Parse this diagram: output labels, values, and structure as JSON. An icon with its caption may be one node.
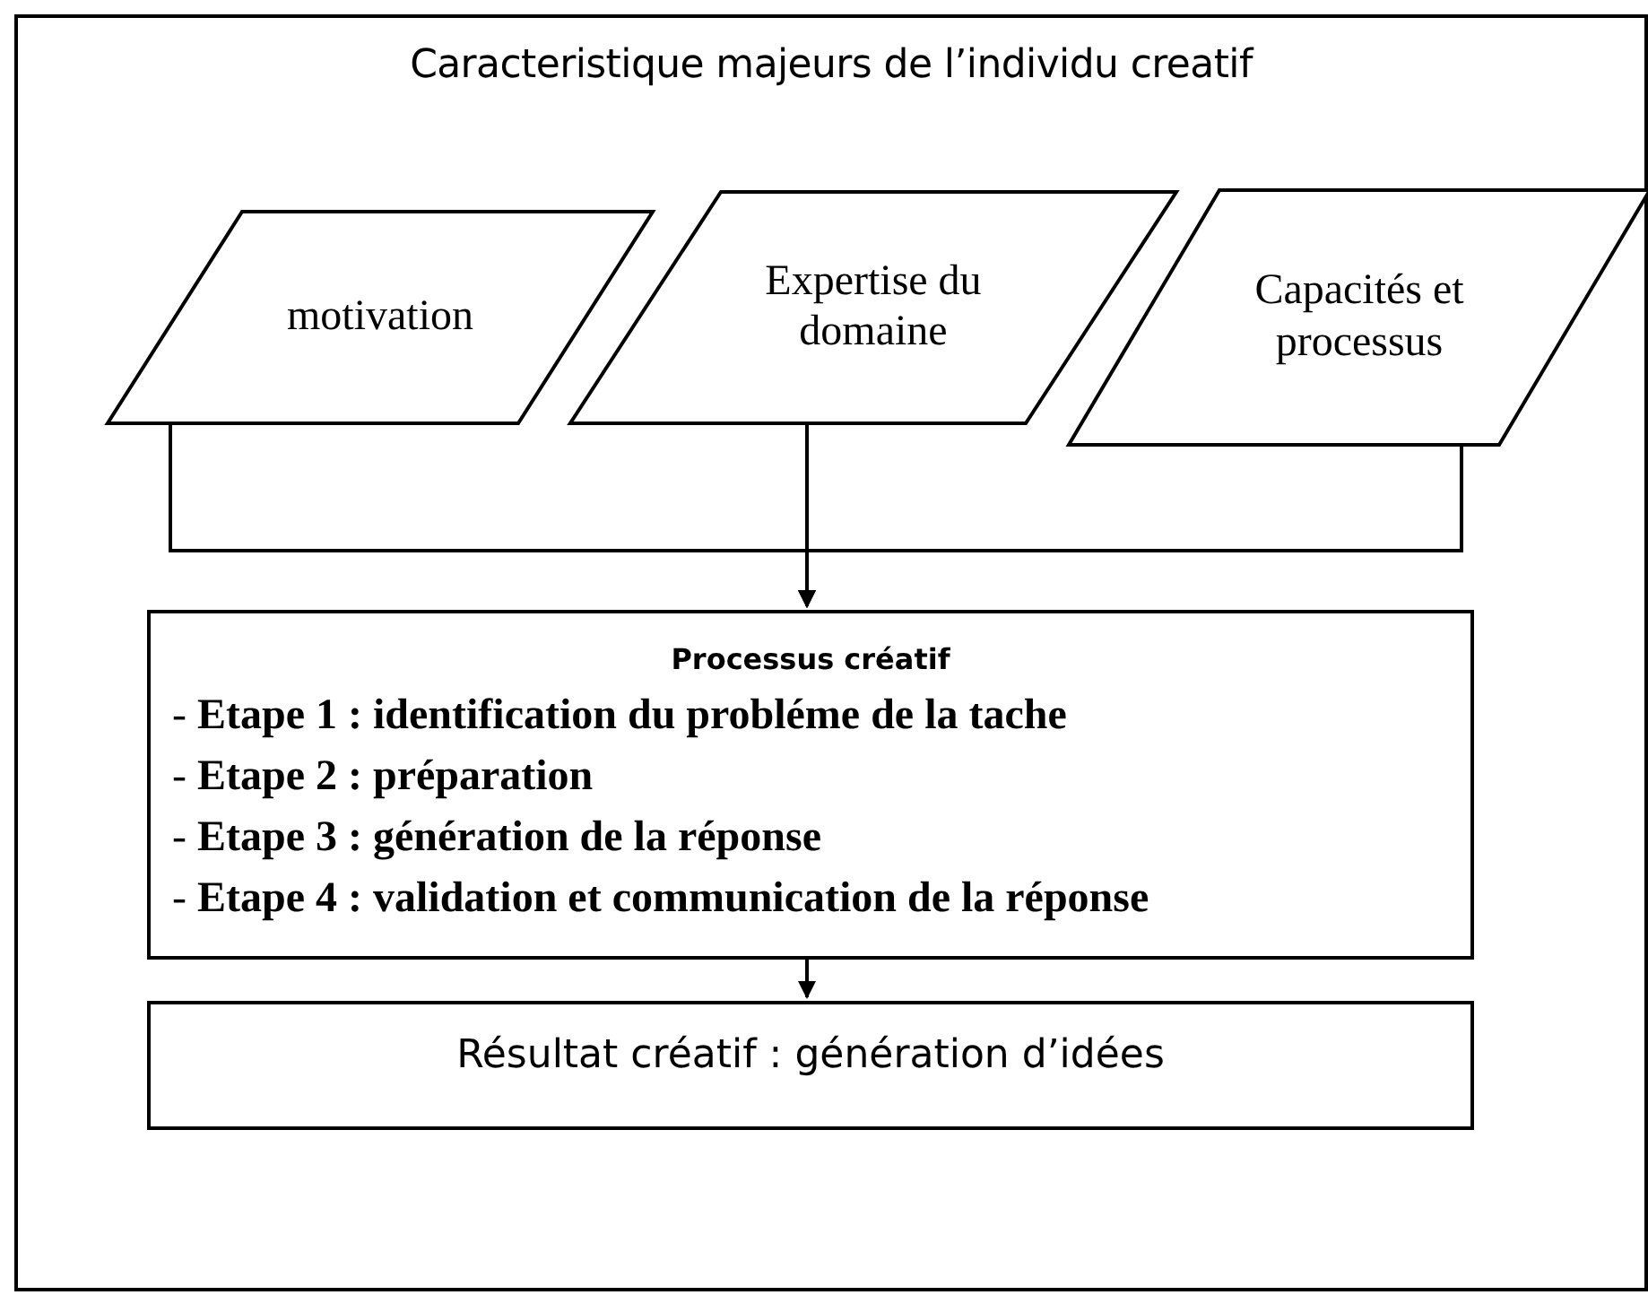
{
  "diagram": {
    "nodes": [
      {
        "text": [
          "Caracteristique majeurs de l’individu creatif"
        ]
      },
      {
        "text": [
          "motivation"
        ],
        "in": 0
      },
      {
        "text": [
          "Expertise du domaine"
        ],
        "in": 0
      },
      {
        "text": [
          "Capacités et processus"
        ],
        "in": 0
      },
      {
        "text": [
          "Processus créatif",
          "- **Etape 1 : identification du probléme de la tache**",
          "- **Etape 2 : préparation**",
          "- **Etape 3 : génération de la réponse**",
          "- **Etape 4 : validation et communication de la réponse**"
        ],
        "in": 0
      },
      {
        "text": [
          "Résultat créatif : génération d’idées"
        ],
        "in": 0
      }
    ],
    "edges": [
      {
        "from": 1,
        "to": 4,
        "arrow": "to"
      },
      {
        "from": 2,
        "to": 4,
        "arrow": "to"
      },
      {
        "from": 3,
        "to": 4,
        "arrow": "to"
      },
      {
        "from": 4,
        "to": 5,
        "arrow": "to"
      }
    ]
  }
}
